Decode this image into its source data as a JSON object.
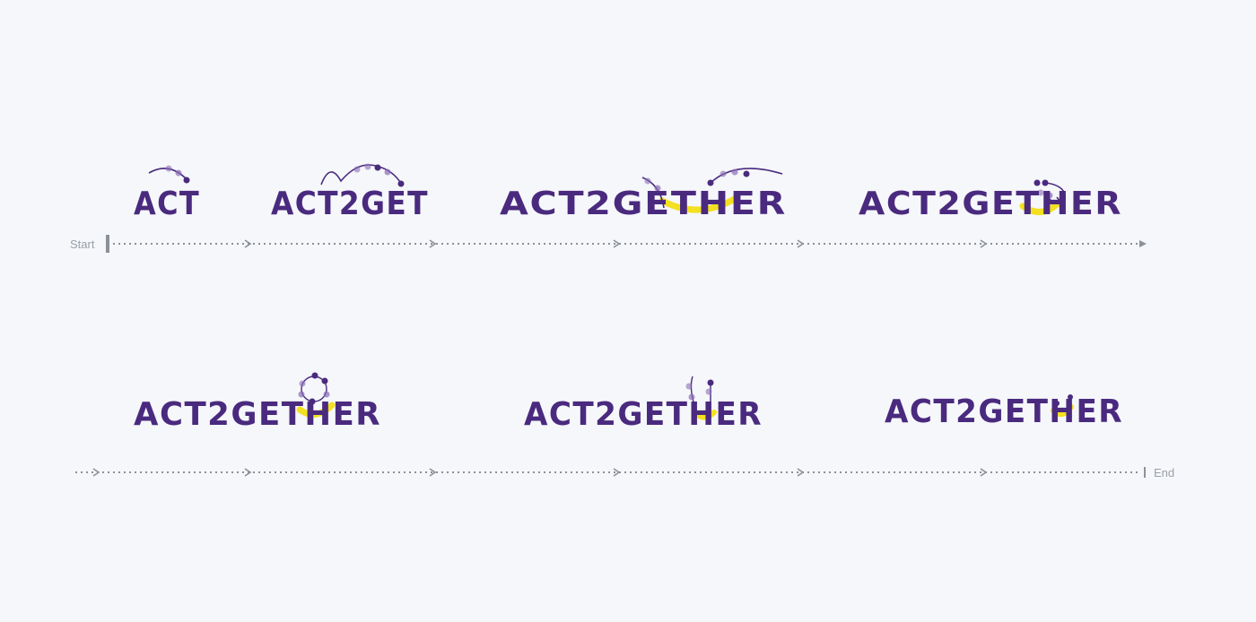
{
  "colors": {
    "background": "#f5f7fa",
    "brand_purple": "#4a2a7e",
    "dot_light_purple": "#8a6cb5",
    "accent_yellow": "#f3e020",
    "timeline_gray": "#8c9098"
  },
  "timeline": {
    "start_label": "Start",
    "end_label": "End"
  },
  "frames": [
    {
      "text": "ACT"
    },
    {
      "text": "ACT2GET"
    },
    {
      "text": "ACT2GETHER"
    },
    {
      "text": "ACT2GETHER"
    },
    {
      "text": "ACT2GETHER"
    },
    {
      "text": "ACT2GETHER"
    },
    {
      "text": "ACT2GETHER"
    }
  ]
}
